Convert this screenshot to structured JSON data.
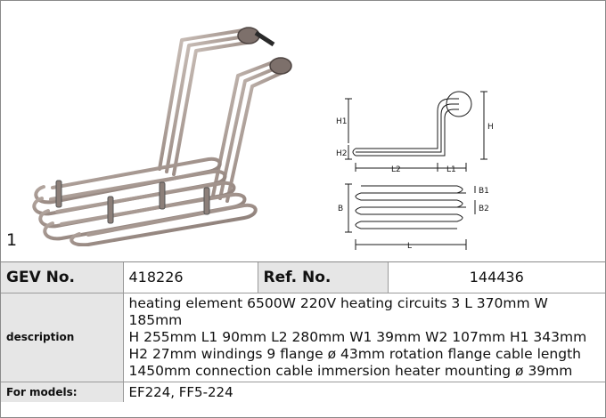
{
  "figure_number": "1",
  "drawing_labels": {
    "h1": "H1",
    "h2": "H2",
    "h": "H",
    "l1": "L1",
    "l2": "L2",
    "b": "B",
    "b1": "B1",
    "b2": "B2",
    "l": "L"
  },
  "table": {
    "gev_label": "GEV No.",
    "gev_value": "418226",
    "ref_label": "Ref. No.",
    "ref_value": "144436",
    "description_label": "description",
    "description_lines": [
      "heating element  6500W 220V heating circuits 3 L 370mm W 185mm",
      "H 255mm L1 90mm L2 280mm W1 39mm W2 107mm H1 343mm",
      "H2 27mm windings 9 flange ø 43mm rotation flange cable length",
      "1450mm connection cable immersion heater mounting ø 39mm"
    ],
    "models_label": "For models:",
    "models_value": "EF224, FF5-224"
  }
}
